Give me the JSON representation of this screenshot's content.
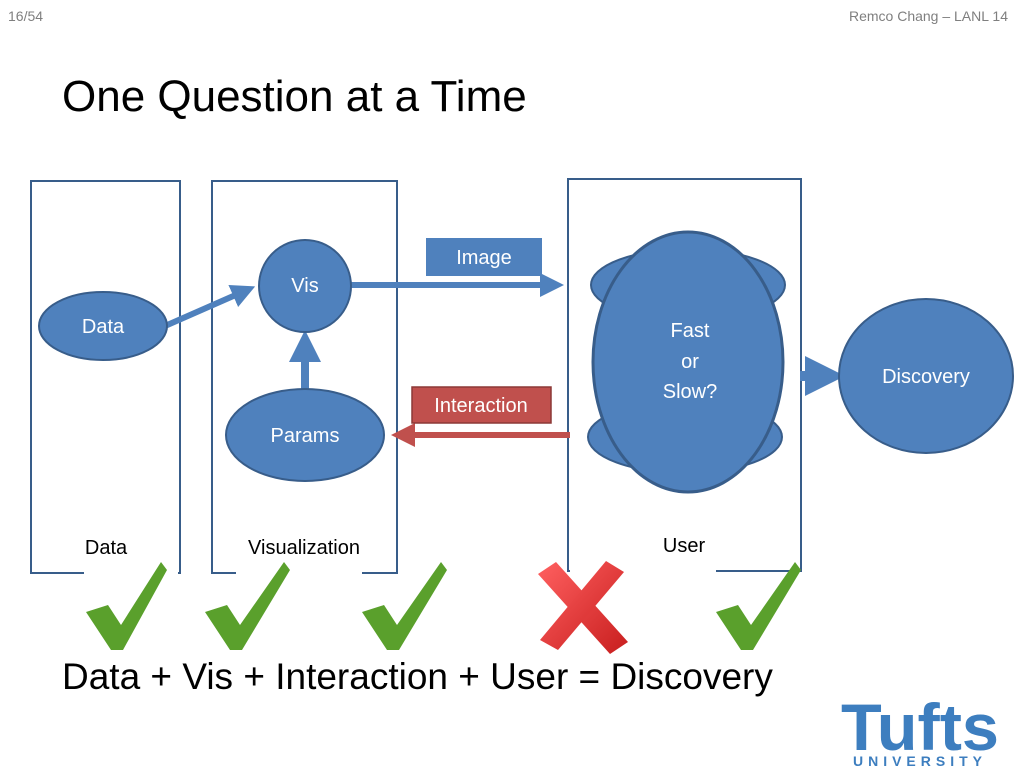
{
  "header": {
    "page": "16/54",
    "footer": "Remco Chang – LANL 14"
  },
  "slide": {
    "title": "One Question at a Time",
    "equation": "Data + Vis + Interaction + User = Discovery"
  },
  "columns": {
    "data": "Data",
    "visualization": "Visualization",
    "user": "User"
  },
  "nodes": {
    "data": "Data",
    "vis": "Vis",
    "params": "Params",
    "user_line1": "Fast",
    "user_line2": "or",
    "user_line3": "Slow?",
    "discovery": "Discovery"
  },
  "edges": {
    "image": "Image",
    "interaction": "Interaction"
  },
  "marks": [
    {
      "column": "Data",
      "status": "check"
    },
    {
      "column": "Visualization",
      "status": "check"
    },
    {
      "column": "Interaction",
      "status": "check"
    },
    {
      "column": "User",
      "status": "cross"
    },
    {
      "column": "Discovery",
      "status": "check"
    }
  ],
  "logo": {
    "name": "Tufts",
    "sub": "UNIVERSITY"
  },
  "colors": {
    "node_fill": "#4f81bd",
    "node_stroke": "#385d8a",
    "arrow_blue": "#4f81bd",
    "arrow_red": "#c0504d",
    "check_green": "#5aa02c",
    "cross_red": "#e03030",
    "logo_blue": "#3d7ebf"
  }
}
